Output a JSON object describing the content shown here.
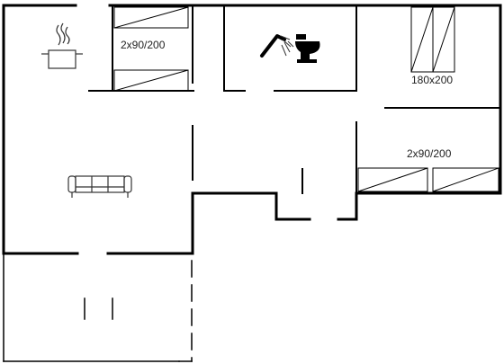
{
  "rooms": {
    "bedroom_top_left": {
      "bed_label": "2x90/200"
    },
    "bedroom_top_right": {
      "bed_label": "180x200"
    },
    "bedroom_right": {
      "bed_label": "2x90/200"
    }
  },
  "icons": {
    "kitchen": "cooking-pot-icon",
    "bathroom_shower": "shower-icon",
    "bathroom_toilet": "toilet-icon",
    "living": "sofa-icon"
  },
  "colors": {
    "wall": "#000000",
    "line": "#111111",
    "background": "#ffffff"
  }
}
